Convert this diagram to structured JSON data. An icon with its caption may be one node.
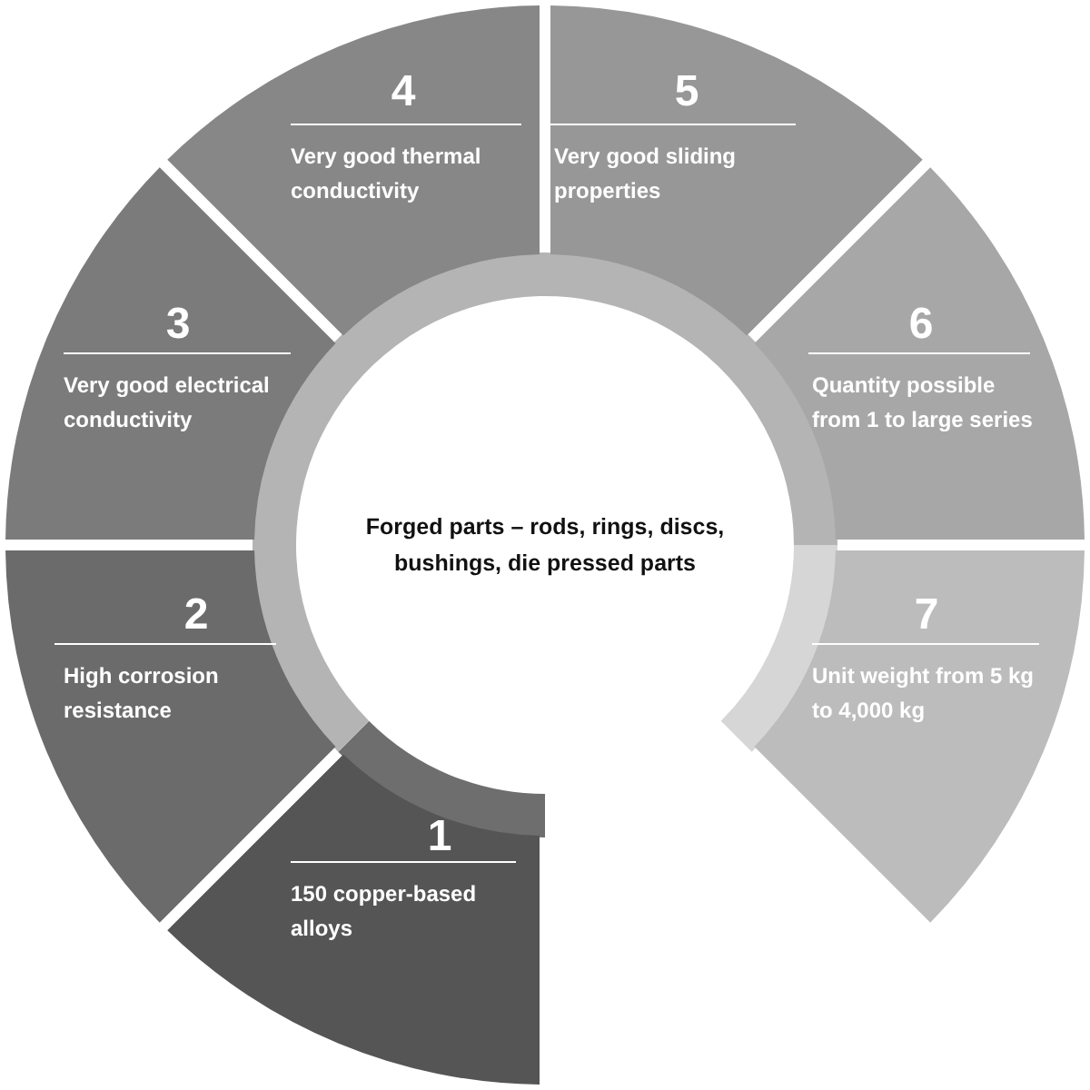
{
  "diagram": {
    "nodes": [
      {
        "text": [
          "1",
          "150 copper-based alloys"
        ]
      },
      {
        "text": [
          "2",
          "High corrosion resistance"
        ]
      },
      {
        "text": [
          "3",
          "Very good electrical conductivity"
        ]
      },
      {
        "text": [
          "4",
          "Very good thermal conductivity"
        ]
      },
      {
        "text": [
          "5",
          "Very good sliding properties"
        ]
      },
      {
        "text": [
          "6",
          "Quantity possible from 1 to large series"
        ]
      },
      {
        "text": [
          "7",
          "Unit weight from 5 kg to 4,000 kg"
        ]
      },
      {
        "text": [
          "Forged parts – rods, rings, discs, bushings, die pressed parts"
        ]
      }
    ]
  }
}
